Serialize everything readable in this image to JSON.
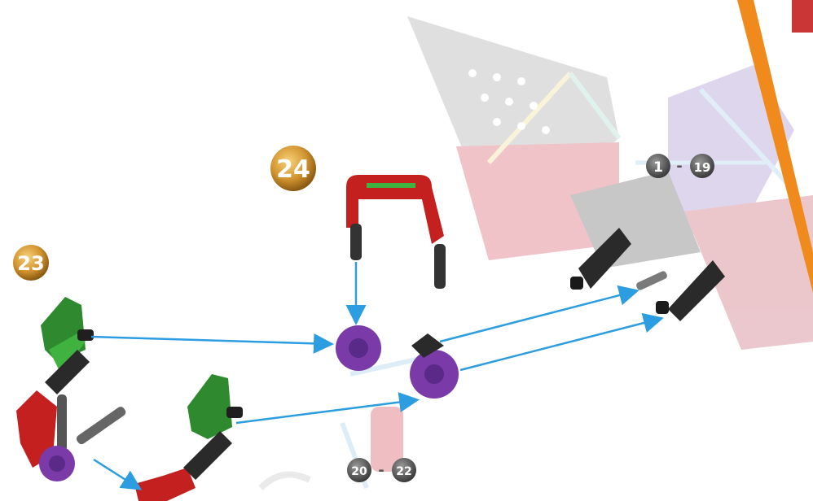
{
  "steps": {
    "step_23": "23",
    "step_24": "24",
    "range_a_from": "1",
    "range_a_to": "19",
    "range_b_from": "20",
    "range_b_to": "22",
    "separator": "-"
  },
  "colors": {
    "arrow": "#2b9de0",
    "accent_stripe": "#f08a1c",
    "badge_gold": "#c98a2a",
    "badge_gray": "#555555",
    "rod_red": "#c42020",
    "connector_green": "#2f8a2f",
    "connector_purple": "#7a3aa8",
    "connector_black": "#2a2a2a"
  }
}
